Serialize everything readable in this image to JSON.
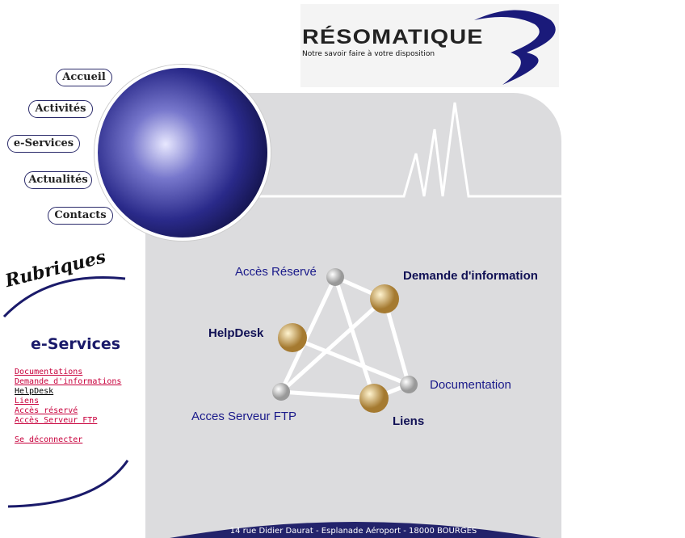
{
  "logo": {
    "title": "RÉSOMATIQUE",
    "tagline": "Notre savoir faire à votre disposition"
  },
  "nav": [
    {
      "label": "Accueil"
    },
    {
      "label": "Activités"
    },
    {
      "label": "e-Services"
    },
    {
      "label": "Actualités"
    },
    {
      "label": "Contacts"
    }
  ],
  "sidebar": {
    "heading": "Rubriques",
    "section": "e-Services",
    "links": [
      {
        "label": "Documentations"
      },
      {
        "label": "Demande d'informations"
      },
      {
        "label": "HelpDesk"
      },
      {
        "label": "Liens"
      },
      {
        "label": "Accès réservé"
      },
      {
        "label": "Accès Serveur FTP"
      }
    ],
    "logout": "Se déconnecter"
  },
  "diagram": {
    "acces_reserve": "Accès Réservé",
    "demande": "Demande d'information",
    "helpdesk": "HelpDesk",
    "documentation": "Documentation",
    "ftp": "Acces Serveur FTP",
    "liens": "Liens"
  },
  "footer": {
    "address": "14 rue Didier Daurat - Esplanade Aéroport - 18000 BOURGES"
  },
  "colors": {
    "navy": "#1a1a6a",
    "link": "#c8003c",
    "panel": "#dcdcde"
  }
}
